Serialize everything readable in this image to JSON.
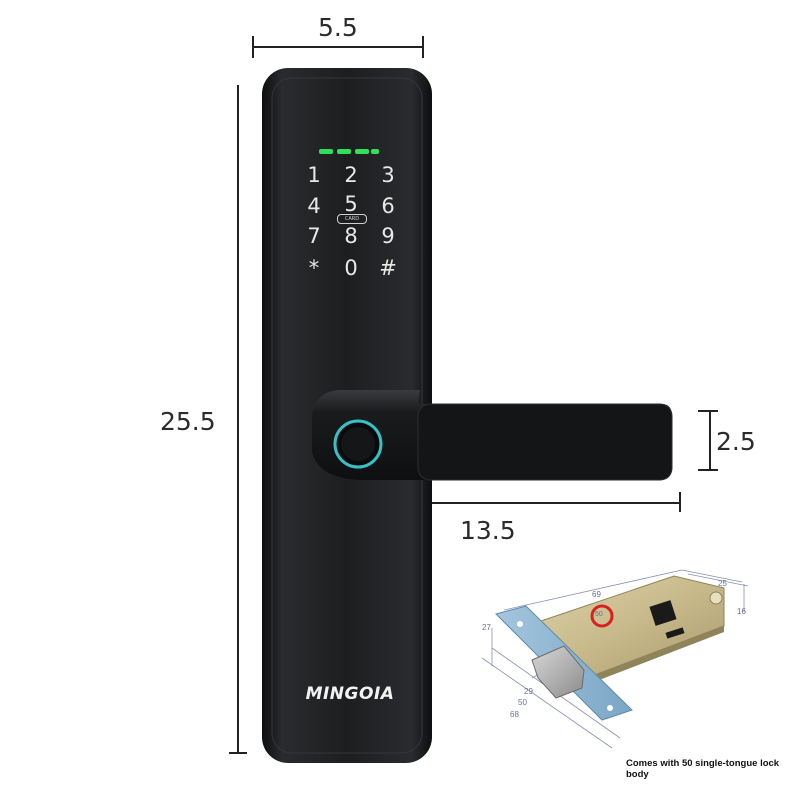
{
  "dimensions": {
    "top_width": "5.5",
    "height": "25.5",
    "handle_thickness": "2.5",
    "handle_length": "13.5"
  },
  "keypad": {
    "keys": [
      "1",
      "2",
      "3",
      "4",
      "5",
      "6",
      "7",
      "8",
      "9",
      "*",
      "0",
      "#"
    ],
    "card_label": "CARD"
  },
  "brand": {
    "logo_text": "MINGOIA"
  },
  "lock_body_diagram": {
    "labels": [
      "69",
      "25",
      "16",
      "27",
      "50",
      "29",
      "50",
      "68"
    ],
    "highlight_value": "50"
  },
  "caption": "Comes with 50 single-tongue lock body",
  "colors": {
    "lock_body": "#1b1c1e",
    "led": "#2ee05a",
    "fingerprint_ring": "#38c0c8",
    "plate": "#8bb5d2",
    "brass": "#c7b98a",
    "highlight_circle": "#d92020"
  }
}
